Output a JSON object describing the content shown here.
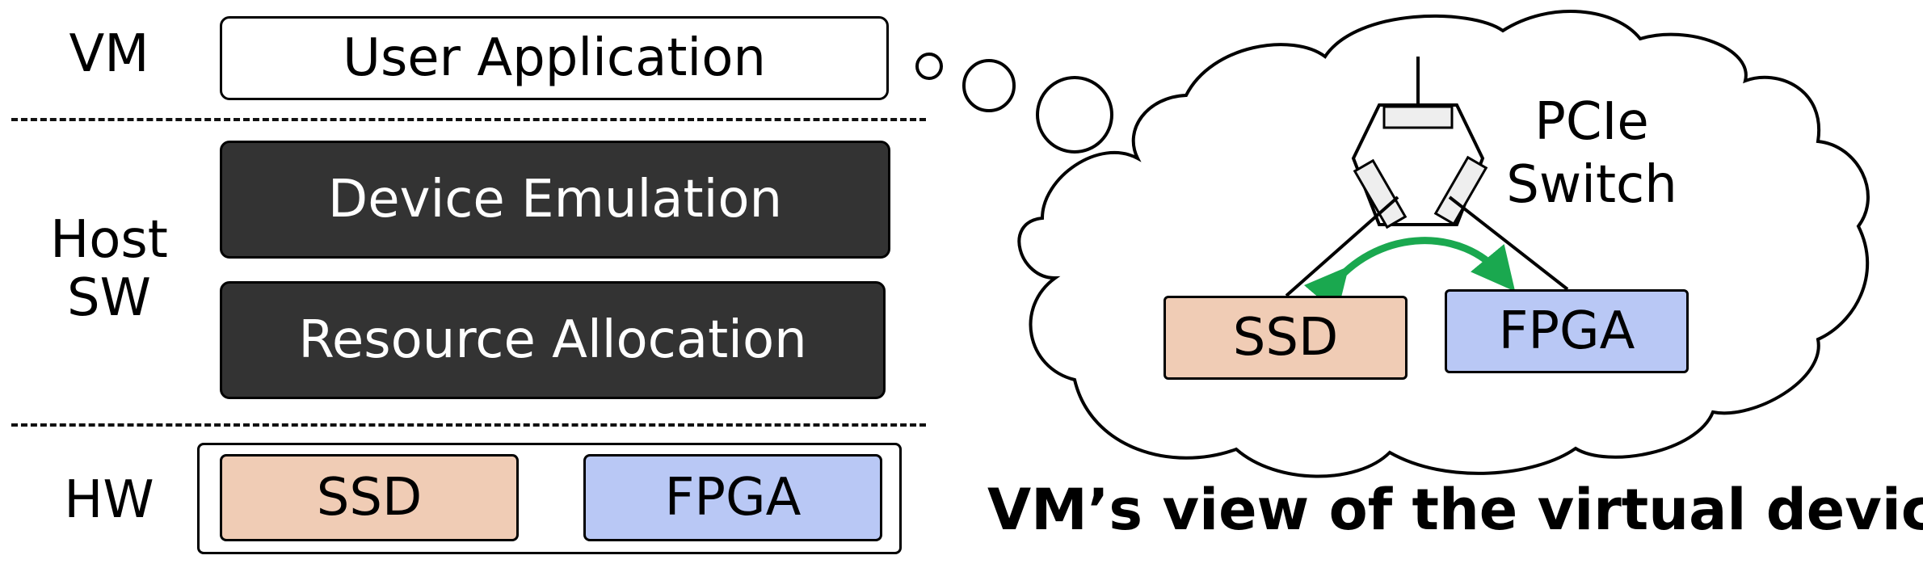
{
  "left_stack": {
    "vm_label": "VM",
    "host_label_line1": "Host",
    "host_label_line2": "SW",
    "hw_label": "HW",
    "user_app": "User Application",
    "device_emulation": "Device Emulation",
    "resource_allocation": "Resource Allocation",
    "hw_ssd": "SSD",
    "hw_fpga": "FPGA"
  },
  "cloud": {
    "switch_line1": "PCIe",
    "switch_line2": "Switch",
    "ssd": "SSD",
    "fpga": "FPGA"
  },
  "caption": "VM’s view of the virtual devices",
  "colors": {
    "ssd_fill": "#f0ccb5",
    "fpga_fill": "#b9c8f5",
    "dark_fill": "#333333",
    "arrow": "#1aa84f"
  }
}
